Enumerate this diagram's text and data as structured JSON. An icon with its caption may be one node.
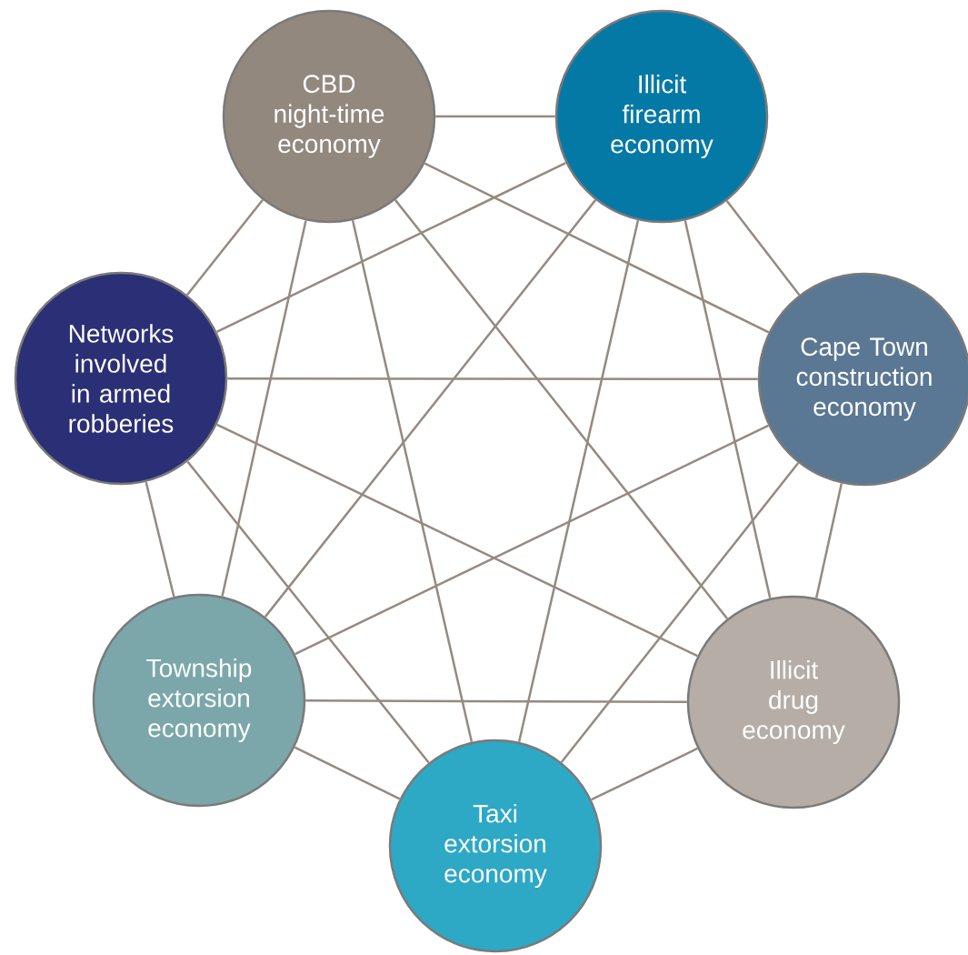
{
  "diagram": {
    "nodes": [
      {
        "text": [
          "CBD night-time economy"
        ]
      },
      {
        "text": [
          "Illicit firearm economy"
        ]
      },
      {
        "text": [
          "Networks involved in armed robberies"
        ]
      },
      {
        "text": [
          "Cape Town construction economy"
        ]
      },
      {
        "text": [
          "Township extorsion economy"
        ]
      },
      {
        "text": [
          "Illicit drug economy"
        ]
      },
      {
        "text": [
          "Taxi extorsion economy"
        ]
      }
    ],
    "edges": [
      {
        "from": 0,
        "to": 1,
        "arrow": "none"
      },
      {
        "from": 0,
        "to": 2,
        "arrow": "none"
      },
      {
        "from": 0,
        "to": 3,
        "arrow": "none"
      },
      {
        "from": 0,
        "to": 4,
        "arrow": "none"
      },
      {
        "from": 0,
        "to": 5,
        "arrow": "none"
      },
      {
        "from": 0,
        "to": 6,
        "arrow": "none"
      },
      {
        "from": 1,
        "to": 2,
        "arrow": "none"
      },
      {
        "from": 1,
        "to": 3,
        "arrow": "none"
      },
      {
        "from": 1,
        "to": 4,
        "arrow": "none"
      },
      {
        "from": 1,
        "to": 5,
        "arrow": "none"
      },
      {
        "from": 1,
        "to": 6,
        "arrow": "none"
      },
      {
        "from": 2,
        "to": 3,
        "arrow": "none"
      },
      {
        "from": 2,
        "to": 4,
        "arrow": "none"
      },
      {
        "from": 2,
        "to": 5,
        "arrow": "none"
      },
      {
        "from": 2,
        "to": 6,
        "arrow": "none"
      },
      {
        "from": 3,
        "to": 4,
        "arrow": "none"
      },
      {
        "from": 3,
        "to": 5,
        "arrow": "none"
      },
      {
        "from": 3,
        "to": 6,
        "arrow": "none"
      },
      {
        "from": 4,
        "to": 5,
        "arrow": "none"
      },
      {
        "from": 4,
        "to": 6,
        "arrow": "none"
      },
      {
        "from": 5,
        "to": 6,
        "arrow": "none"
      }
    ]
  }
}
